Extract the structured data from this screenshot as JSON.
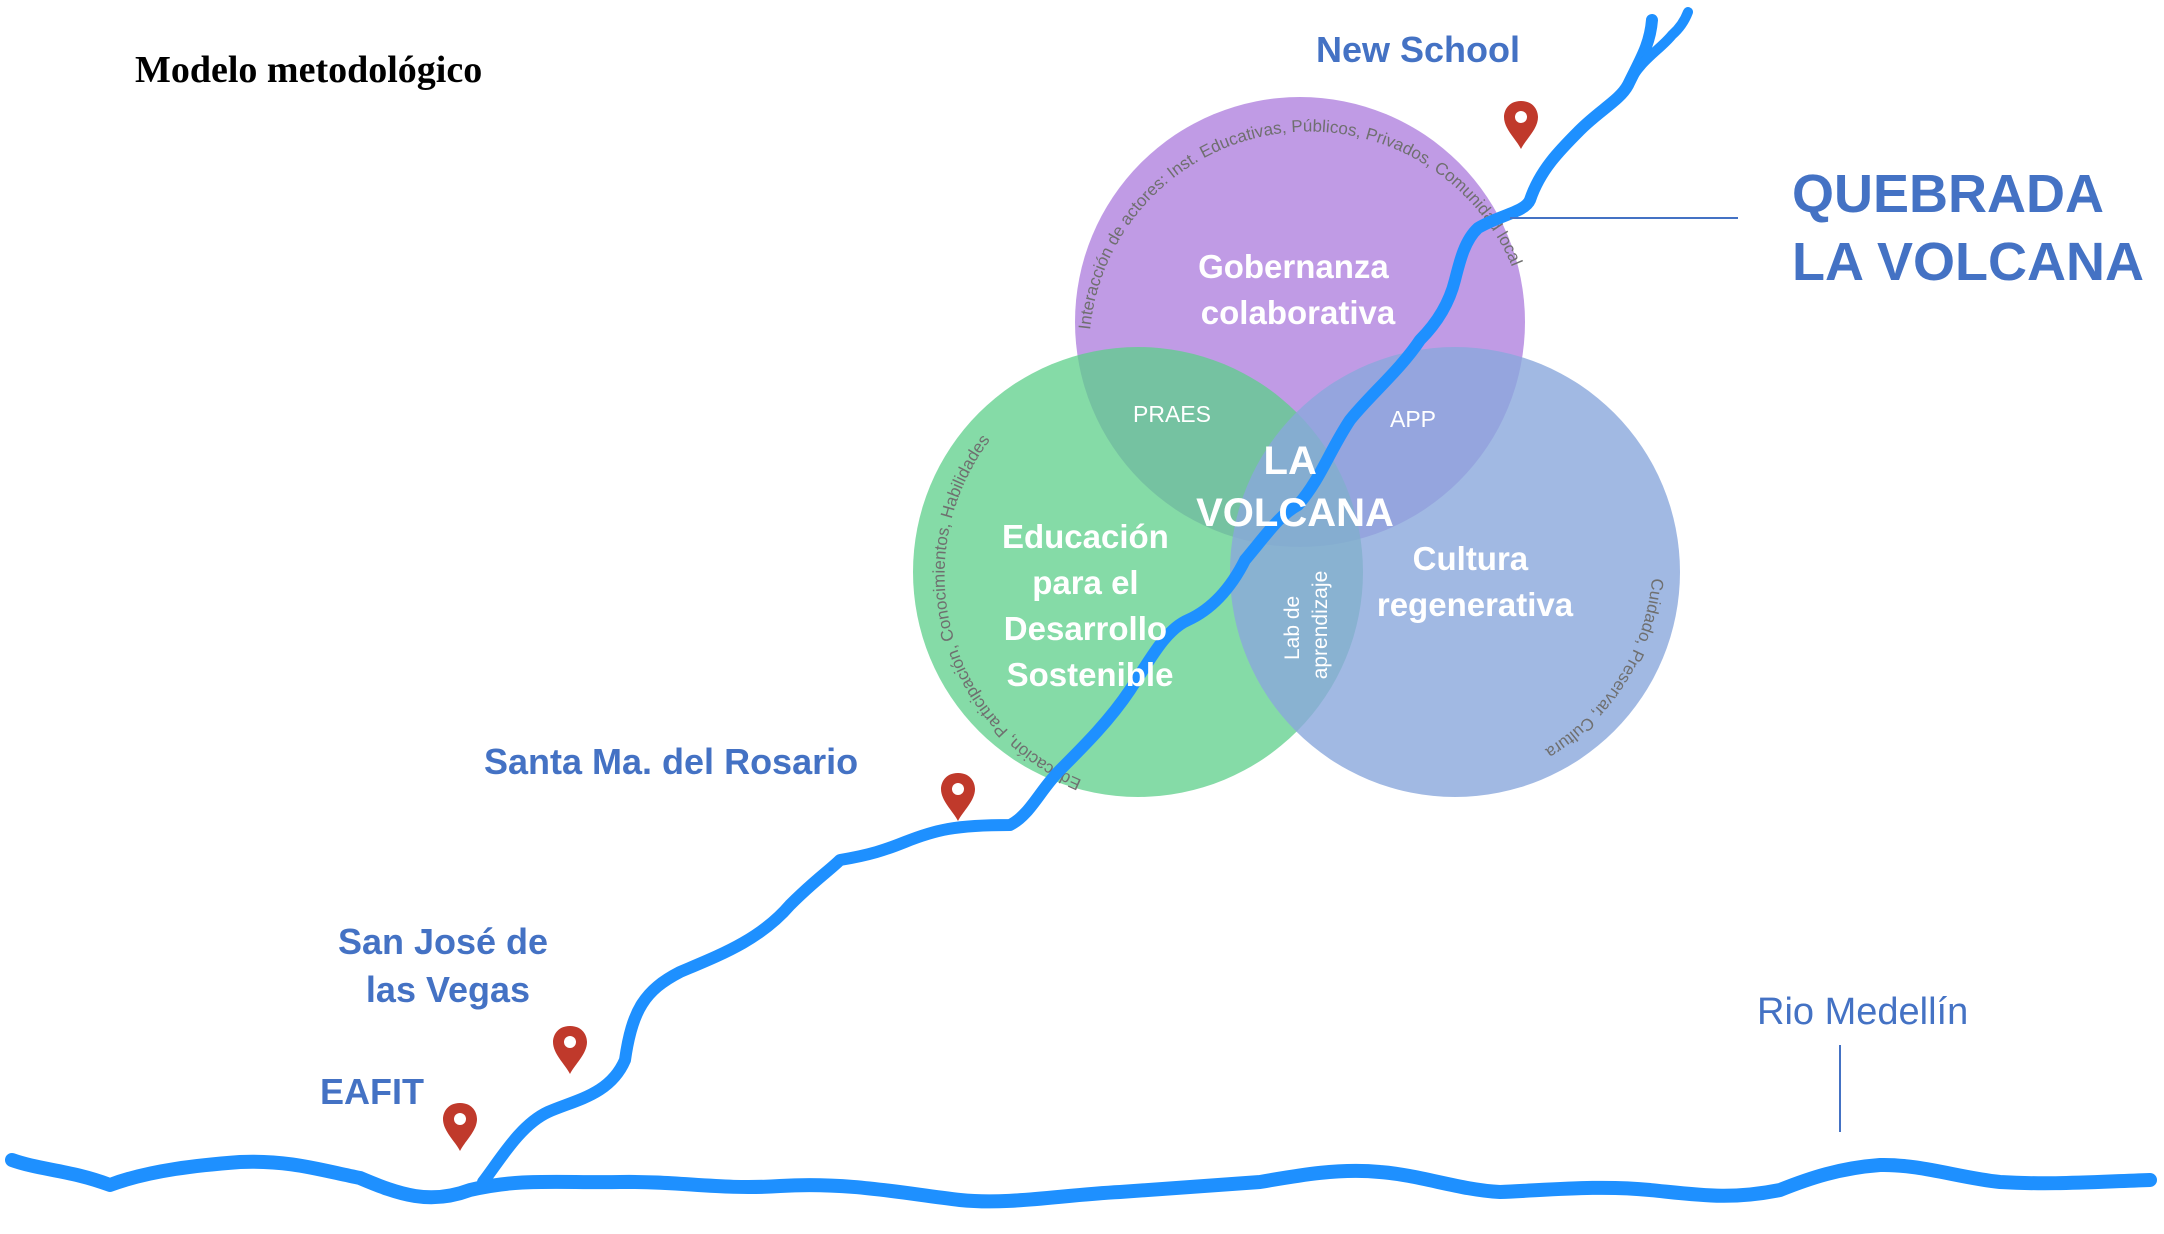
{
  "title": "Modelo metodológico",
  "stream": {
    "name_line1": "QUEBRADA",
    "name_line2": "LA VOLCANA"
  },
  "river": {
    "name": "Rio Medellín"
  },
  "locations": {
    "new_school": "New School",
    "santa_maria": "Santa Ma. del Rosario",
    "san_jose_line1": "San José de",
    "san_jose_line2": "las Vegas",
    "eafit": "EAFIT"
  },
  "venn": {
    "center_line1": "LA",
    "center_line2": "VOLCANA",
    "top": {
      "label_line1": "Gobernanza",
      "label_line2": "colaborativa",
      "arc_text": "Interacción de actores: Inst. Educativas,  Públicos, Privados, Comunidad local",
      "color": "#b58ae0"
    },
    "left": {
      "label_line1": "Educación",
      "label_line2": "para el",
      "label_line3": "Desarrollo",
      "label_line4": "Sostenible",
      "arc_text": "Educación, Participación, Conocimientos, Habilidades",
      "color": "#5ccf8a"
    },
    "right": {
      "label_line1": "Cultura",
      "label_line2": "regenerativa",
      "arc_text": "Cuidado, Preservar, Cultura",
      "color": "#8aa8dc"
    },
    "intersections": {
      "top_left": "PRAES",
      "top_right": "APP",
      "left_right_line1": "Lab de",
      "left_right_line2": "aprendizaje"
    }
  },
  "colors": {
    "water": "#1e90ff",
    "label_blue": "#4472c4",
    "pin": "#c0392b"
  },
  "icons": [
    "map-pin-icon"
  ]
}
